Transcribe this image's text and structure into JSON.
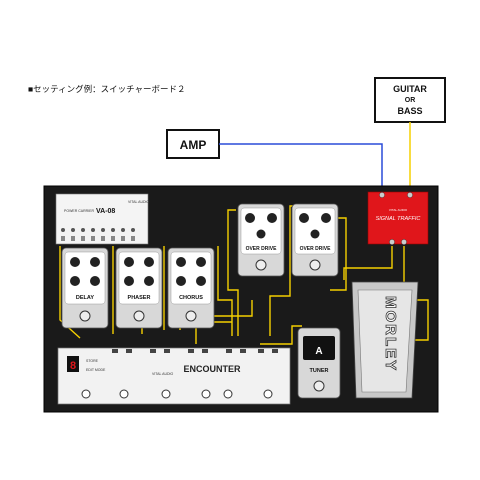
{
  "caption": "■セッティング例：スイッチャーボード２",
  "boxes": {
    "amp": "AMP",
    "guitar_line1": "GUITAR",
    "guitar_line2": "OR",
    "guitar_line3": "BASS"
  },
  "power": {
    "brand": "VITAL AUDIO",
    "model_prefix": "POWER CARRIER",
    "model": "VA-08"
  },
  "pedals": {
    "delay": "DELAY",
    "phaser": "PHASER",
    "chorus": "CHORUS",
    "overdrive1": "OVER DRIVE",
    "overdrive2": "OVER DRIVE",
    "tuner": "TUNER",
    "tuner_display": "A",
    "morley": "MORLEY"
  },
  "signal_traffic": {
    "brand": "VITAL AUDIO",
    "name": "SIGNAL TRAFFIC"
  },
  "switcher": {
    "name": "ENCOUNTER",
    "brand": "VITAL AUDIO",
    "display": "8",
    "mode": "EDIT MODE",
    "store": "STORE"
  },
  "colors": {
    "board": "#1a1a1a",
    "yellow_cable": "#f5d000",
    "blue_cable": "#2a4bd8",
    "red_unit": "#e0161b",
    "pedal": "#d8d8d8"
  }
}
